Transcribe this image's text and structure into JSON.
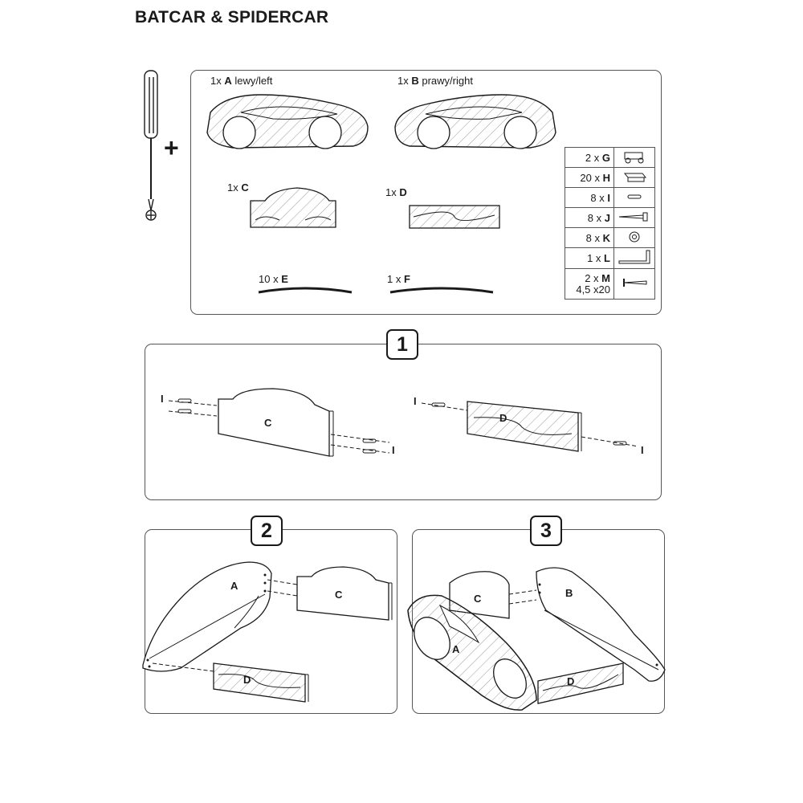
{
  "document": {
    "title": "BATCAR & SPIDERCAR"
  },
  "parts": {
    "A": {
      "qty": "1x",
      "code": "A",
      "name": "lewy/left"
    },
    "B": {
      "qty": "1x",
      "code": "B",
      "name": "prawy/right"
    },
    "C": {
      "qty": "1x",
      "code": "C"
    },
    "D": {
      "qty": "1x",
      "code": "D"
    },
    "E": {
      "qty": "10 x",
      "code": "E"
    },
    "F": {
      "qty": "1 x",
      "code": "F"
    }
  },
  "hardware": [
    {
      "qty": "2 x",
      "code": "G",
      "extra": "",
      "icon": "caster-wheel-icon"
    },
    {
      "qty": "20 x",
      "code": "H",
      "extra": "",
      "icon": "plastic-mount-icon"
    },
    {
      "qty": "8 x",
      "code": "I",
      "extra": "",
      "icon": "wooden-dowel-icon"
    },
    {
      "qty": "8 x",
      "code": "J",
      "extra": "",
      "icon": "confirmat-screw-icon"
    },
    {
      "qty": "8 x",
      "code": "K",
      "extra": "",
      "icon": "screw-cap-icon"
    },
    {
      "qty": "1 x",
      "code": "L",
      "extra": "",
      "icon": "allen-key-icon"
    },
    {
      "qty": "2 x",
      "code": "M",
      "extra": "4,5 x20",
      "icon": "wood-screw-icon"
    }
  ],
  "steps": [
    {
      "number": "1",
      "labels": {
        "left_part": "C",
        "right_part": "D",
        "dowel": "I"
      }
    },
    {
      "number": "2",
      "labels": {
        "side": "A",
        "head": "C",
        "front": "D"
      }
    },
    {
      "number": "3",
      "labels": {
        "side_a": "A",
        "side_b": "B",
        "head": "C",
        "front": "D"
      }
    }
  ],
  "colors": {
    "line": "#1a1a1a",
    "border": "#555555",
    "hatch": "#9a9a9a"
  }
}
